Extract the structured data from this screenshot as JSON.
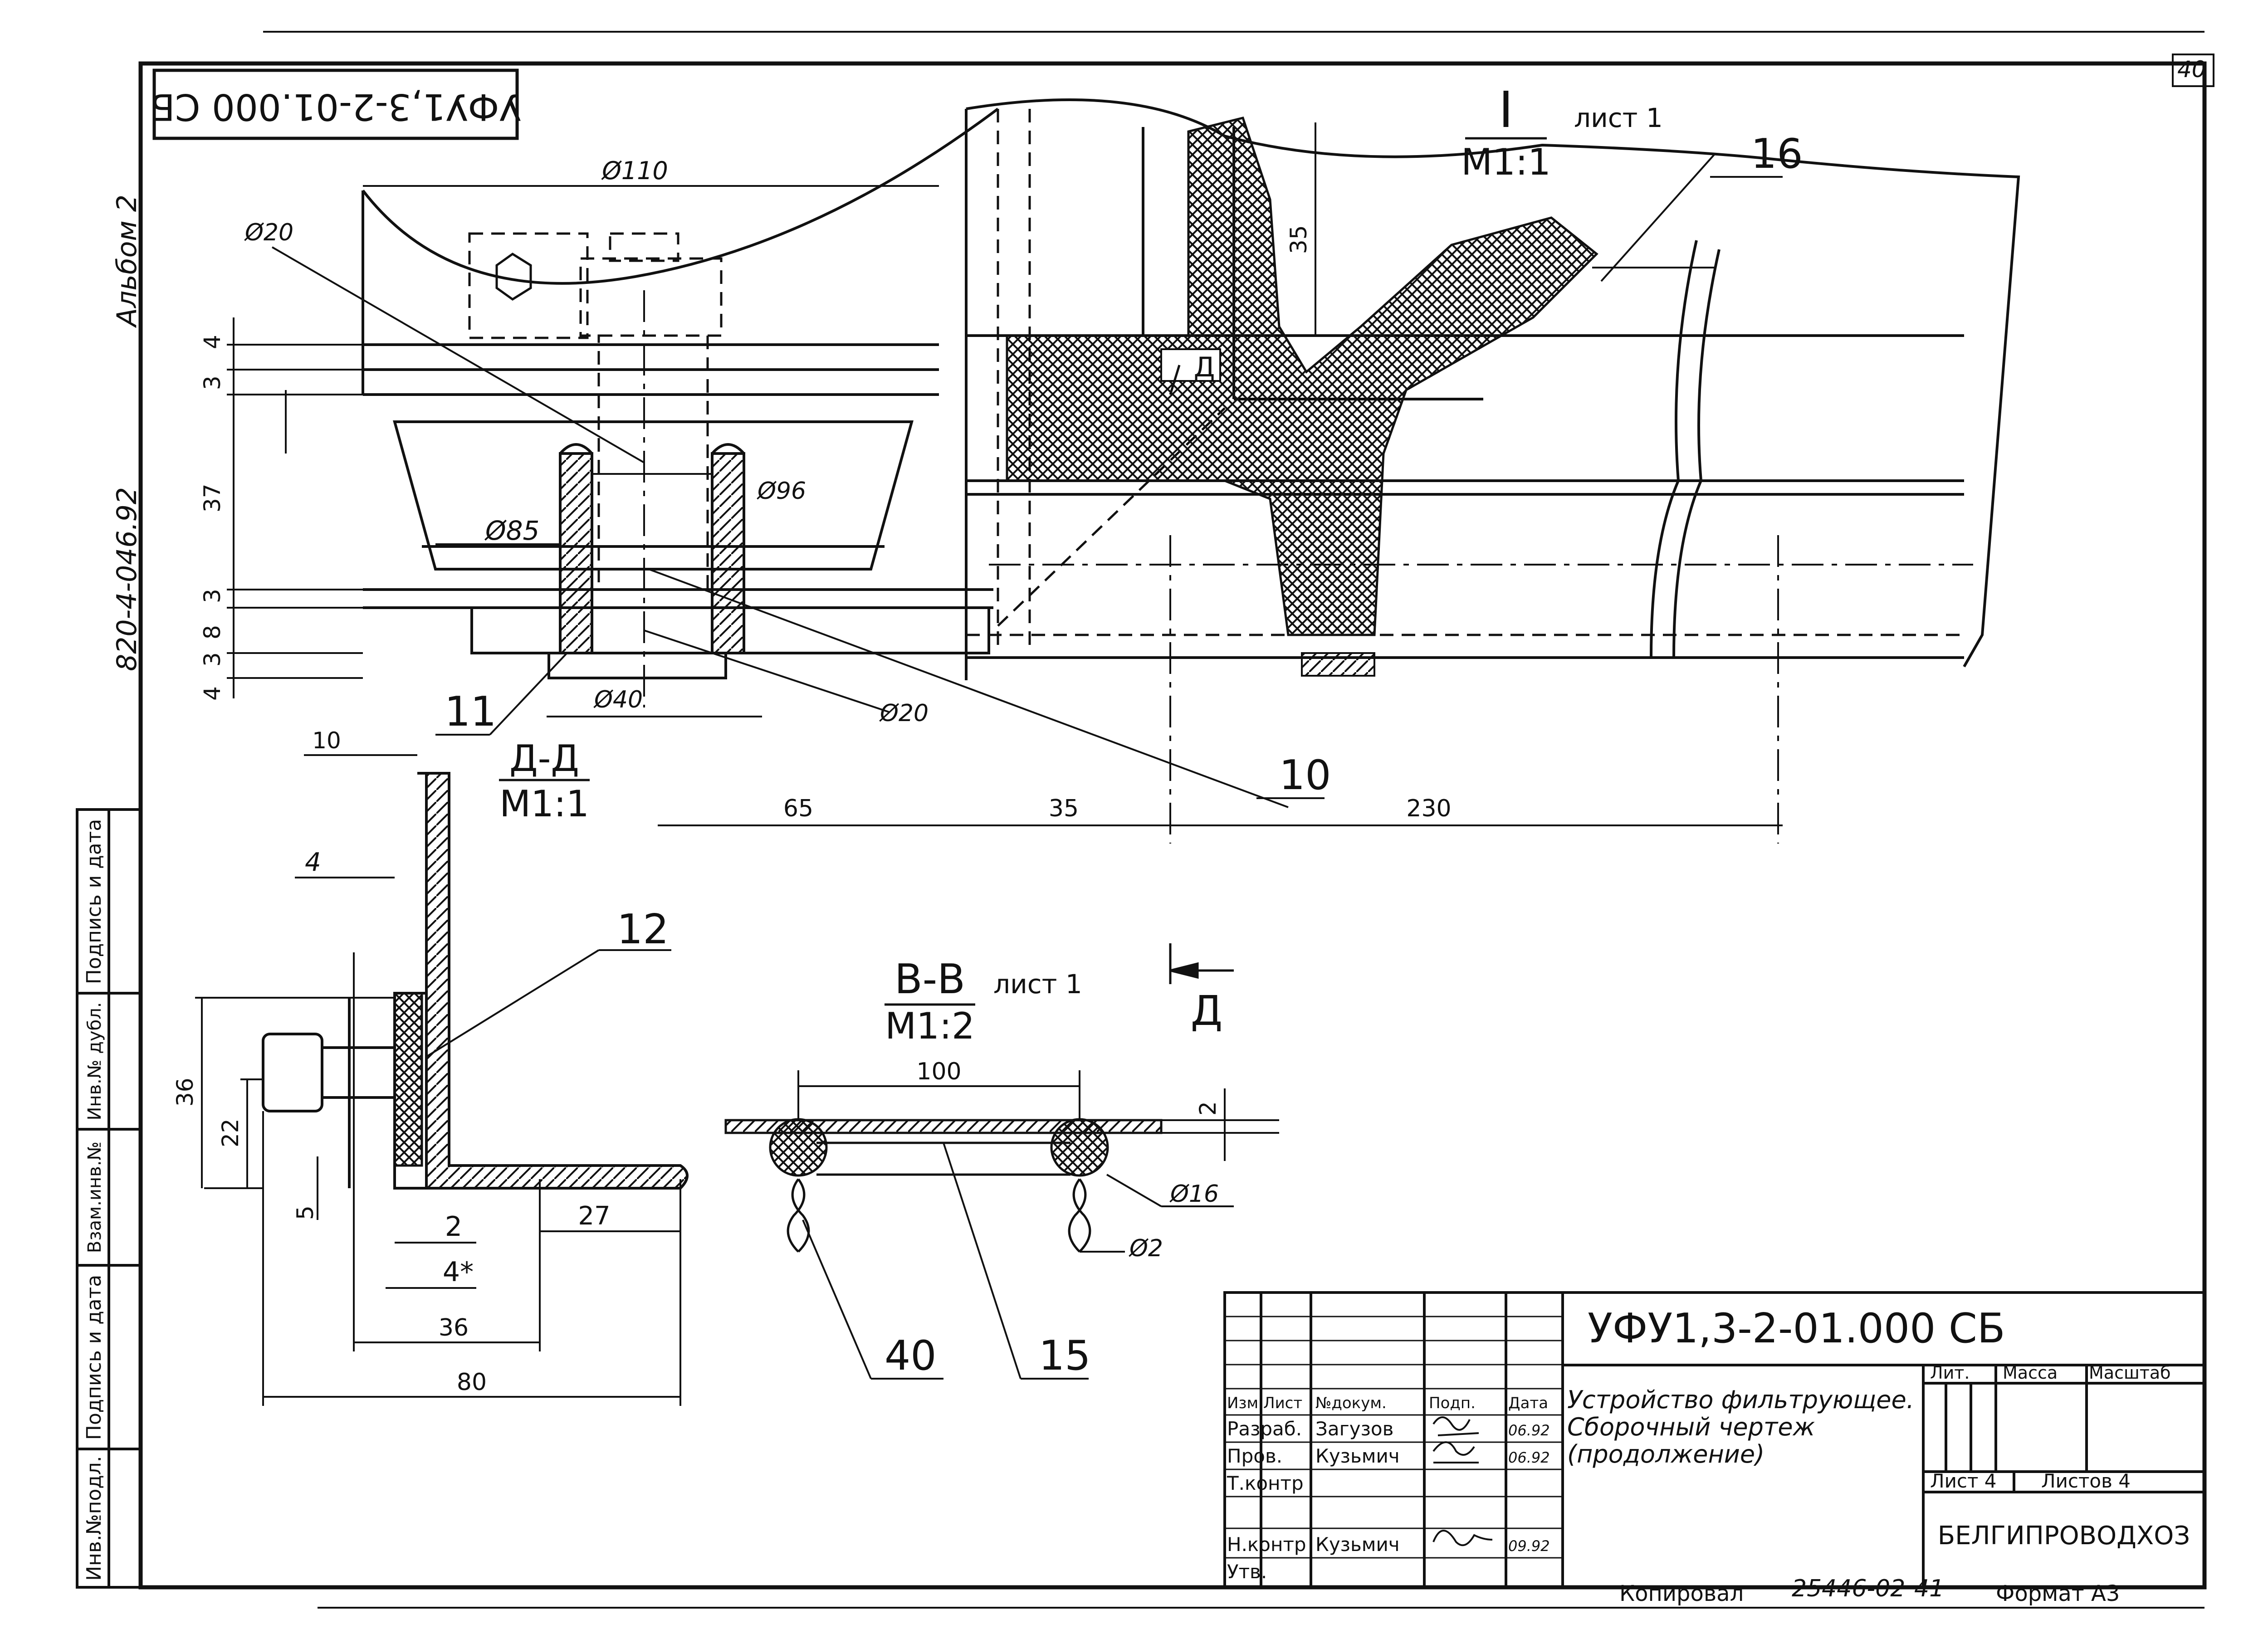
{
  "page": {
    "number": "40",
    "top_stamp": "УФУ1,3-2-01.000 СБ",
    "side_album": "Альбом 2",
    "side_code": "820-4-046.92"
  },
  "side_strip": {
    "cells": [
      "Подпись и дата",
      "Инв.№ дубл.",
      "Взам.инв.№",
      "Подпись и дата",
      "Инв.№подл."
    ]
  },
  "view_I": {
    "title": "I",
    "scale": "М1:1",
    "sheet": "лист 1",
    "section_mark": "Д"
  },
  "section_DD": {
    "title": "Д-Д",
    "scale": "М1:1"
  },
  "section_BB": {
    "title": "В-В",
    "scale": "М1:2",
    "sheet": "лист 1"
  },
  "view_arrow": {
    "label": "Д"
  },
  "dims": {
    "d110": "Ø110",
    "d20a": "Ø20",
    "d96": "Ø96",
    "d85": "Ø85",
    "d40": "Ø40",
    "d20b": "Ø20",
    "v4a": "4",
    "v3a": "3",
    "v37": "37",
    "v3b": "3",
    "v8": "8",
    "v3c": "3",
    "v4b": "4",
    "v35": "35",
    "h65": "65",
    "h35": "35",
    "h230": "230",
    "dd10": "10",
    "dd4": "4",
    "dd36v": "36",
    "dd22": "22",
    "dd5": "5",
    "dd2": "2",
    "dd4s": "4*",
    "dd27": "27",
    "dd36h": "36",
    "dd80": "80",
    "bb100": "100",
    "bb2": "2",
    "bb16": "Ø16",
    "bb2d": "Ø2"
  },
  "callouts": {
    "c16": "16",
    "c11": "11",
    "c10": "10",
    "c12": "12",
    "c40": "40",
    "c15": "15"
  },
  "title_block": {
    "designation": "УФУ1,3-2-01.000 СБ",
    "name_line1": "Устройство фильтрующее.",
    "name_line2": "Сборочный чертеж",
    "name_line3": "(продолжение)",
    "head": {
      "izm": "Изм",
      "list": "Лист",
      "doc": "№докум.",
      "sign": "Подп.",
      "date": "Дата"
    },
    "rows": [
      {
        "role": "Разраб.",
        "name": "Загузов",
        "date": "06.92"
      },
      {
        "role": "Пров.",
        "name": "Кузьмич",
        "date": "06.92"
      },
      {
        "role": "Т.контр",
        "name": "",
        "date": ""
      },
      {
        "role": "",
        "name": "",
        "date": ""
      },
      {
        "role": "Н.контр",
        "name": "Кузьмич",
        "date": "09.92"
      },
      {
        "role": "Утв.",
        "name": "",
        "date": ""
      }
    ],
    "lit": "Лит.",
    "mass": "Масса",
    "scale": "Масштаб",
    "sheet": "Лист 4",
    "sheets": "Листов 4",
    "org": "БЕЛГИПРОВОДХОЗ"
  },
  "footer": {
    "copied": "Копировал",
    "copy_no": "25446-02",
    "copy_sheet": "41",
    "format": "Формат А3"
  }
}
